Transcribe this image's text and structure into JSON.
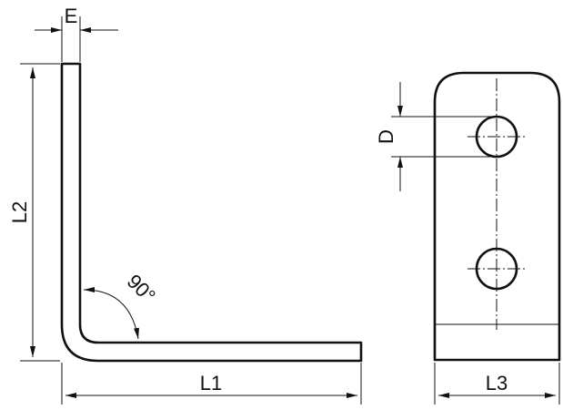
{
  "diagram": {
    "labels": {
      "E": "E",
      "L1": "L1",
      "L2": "L2",
      "L3": "L3",
      "D": "D",
      "angle": "90°"
    }
  }
}
